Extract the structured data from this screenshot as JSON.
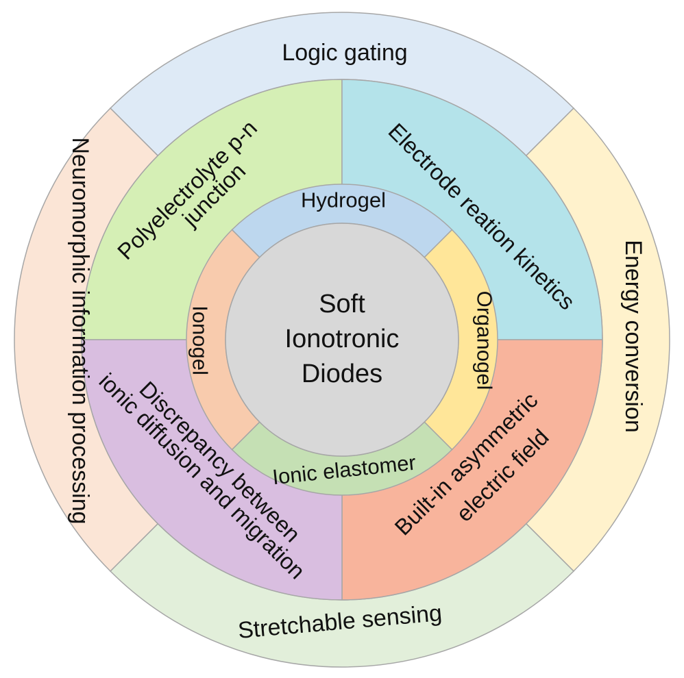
{
  "diagram": {
    "center": {
      "lines": [
        "Soft",
        "Ionotronic",
        "Diodes"
      ],
      "color": "#D8D8D8"
    },
    "materials": [
      {
        "id": "hydrogel",
        "label": "Hydrogel",
        "color": "#BDD7EE"
      },
      {
        "id": "organogel",
        "label": "Organogel",
        "color": "#FFE699"
      },
      {
        "id": "ionic-elastomer",
        "label": "Ionic elastomer",
        "color": "#C5E0B4"
      },
      {
        "id": "ionogel",
        "label": "Ionogel",
        "color": "#F8CBAD"
      }
    ],
    "mechanisms": [
      {
        "id": "polyelectrolyte",
        "lines": [
          "Polyelectrolyte p-n",
          "junction"
        ],
        "color": "#D5EFB5"
      },
      {
        "id": "electrode",
        "lines": [
          "Electrode reation kinetics"
        ],
        "color": "#B4E3EA"
      },
      {
        "id": "built-in",
        "lines": [
          "Built-in asymmetric",
          "electric field"
        ],
        "color": "#F8B49C"
      },
      {
        "id": "discrepancy",
        "lines": [
          "Discrepancy between",
          "ionic diffusion and migration"
        ],
        "color": "#D9BEE0"
      }
    ],
    "applications": [
      {
        "id": "logic",
        "label": "Logic gating",
        "color": "#DEEAF6"
      },
      {
        "id": "energy",
        "label": "Energy conversion",
        "color": "#FFF2CC"
      },
      {
        "id": "stretchable",
        "label": "Stretchable sensing",
        "color": "#E2EFDA"
      },
      {
        "id": "neuromorphic",
        "label": "Neuromorphic information processing",
        "color": "#FBE5D6"
      }
    ],
    "border_color": "#A6A6A6"
  }
}
